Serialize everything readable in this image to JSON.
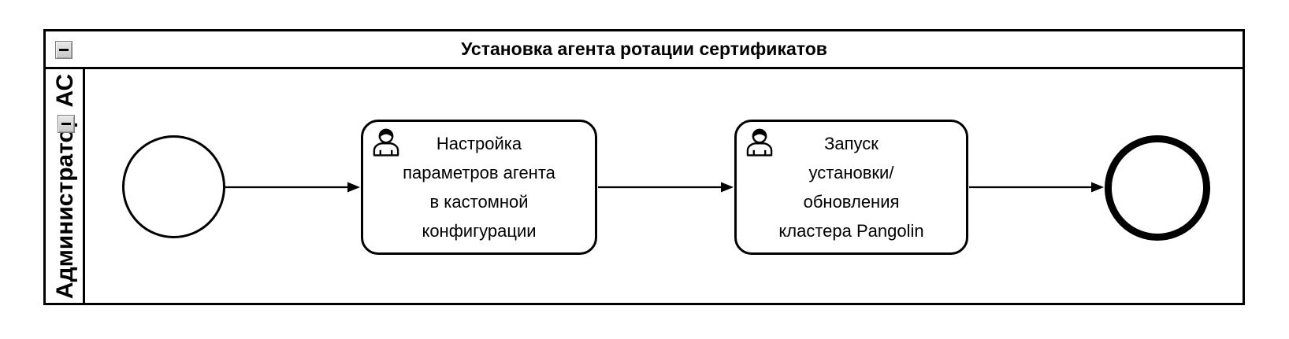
{
  "diagram": {
    "pool": {
      "title": "Установка агента ротации сертификатов",
      "lane_label": "Администратор АС",
      "collapse_icon": "minus-icon"
    },
    "tasks": [
      {
        "label": "Настройка\nпараметров агента\nв кастомной\nконфигурации",
        "icon": "user-icon"
      },
      {
        "label": "Запуск\nустановки/\nобновления\nкластера Pangolin",
        "icon": "user-icon"
      }
    ],
    "events": [
      {
        "type": "start-event"
      },
      {
        "type": "end-event"
      }
    ],
    "colors": {
      "stroke": "#000000",
      "background": "#ffffff",
      "button_face": "#d9d9d9"
    }
  }
}
